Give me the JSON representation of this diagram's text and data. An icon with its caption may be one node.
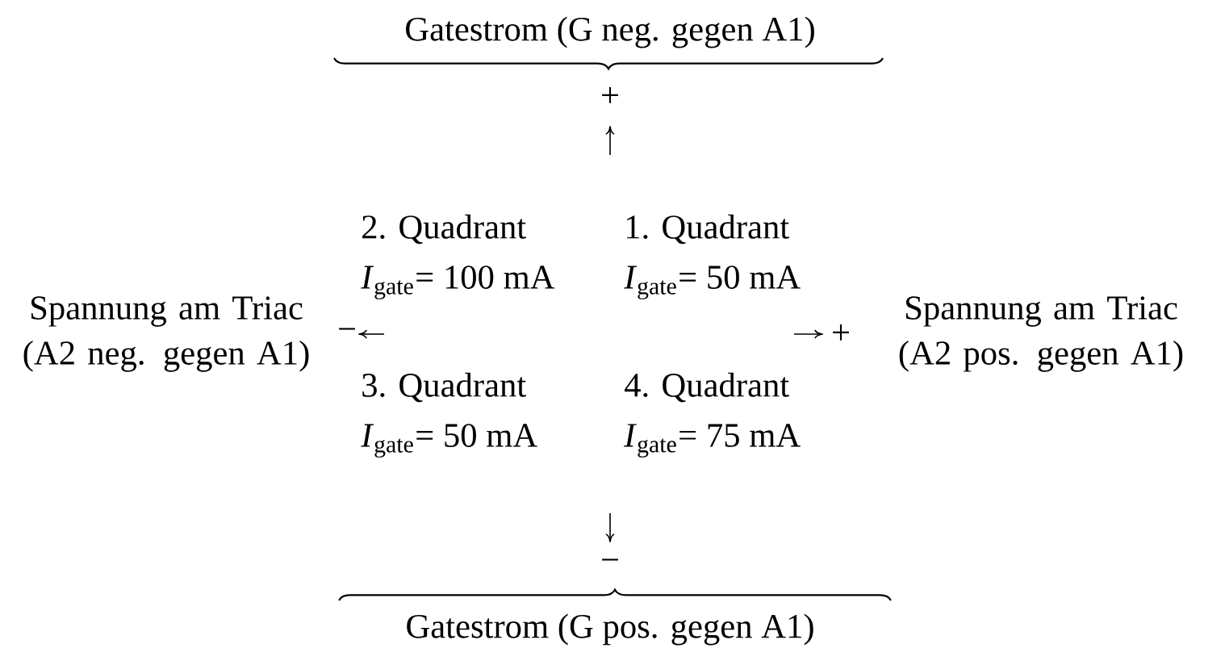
{
  "diagram": {
    "labels": [
      "Gatestrom (G neg. gegen A1)",
      "+",
      "2. Quadrant",
      "1. Quadrant",
      "*I*$_{gate}$= 100 mA",
      "*I*$_{gate}$= 50 mA",
      "Spannung am Triac (A2 neg. gegen A1)",
      "−",
      "+",
      "Spannung am Triac (A2 pos. gegen A1)",
      "3. Quadrant",
      "4. Quadrant",
      "*I*$_{gate}$= 50 mA",
      "*I*$_{gate}$= 75 mA",
      "−",
      "Gatestrom (G pos. gegen A1)"
    ]
  }
}
